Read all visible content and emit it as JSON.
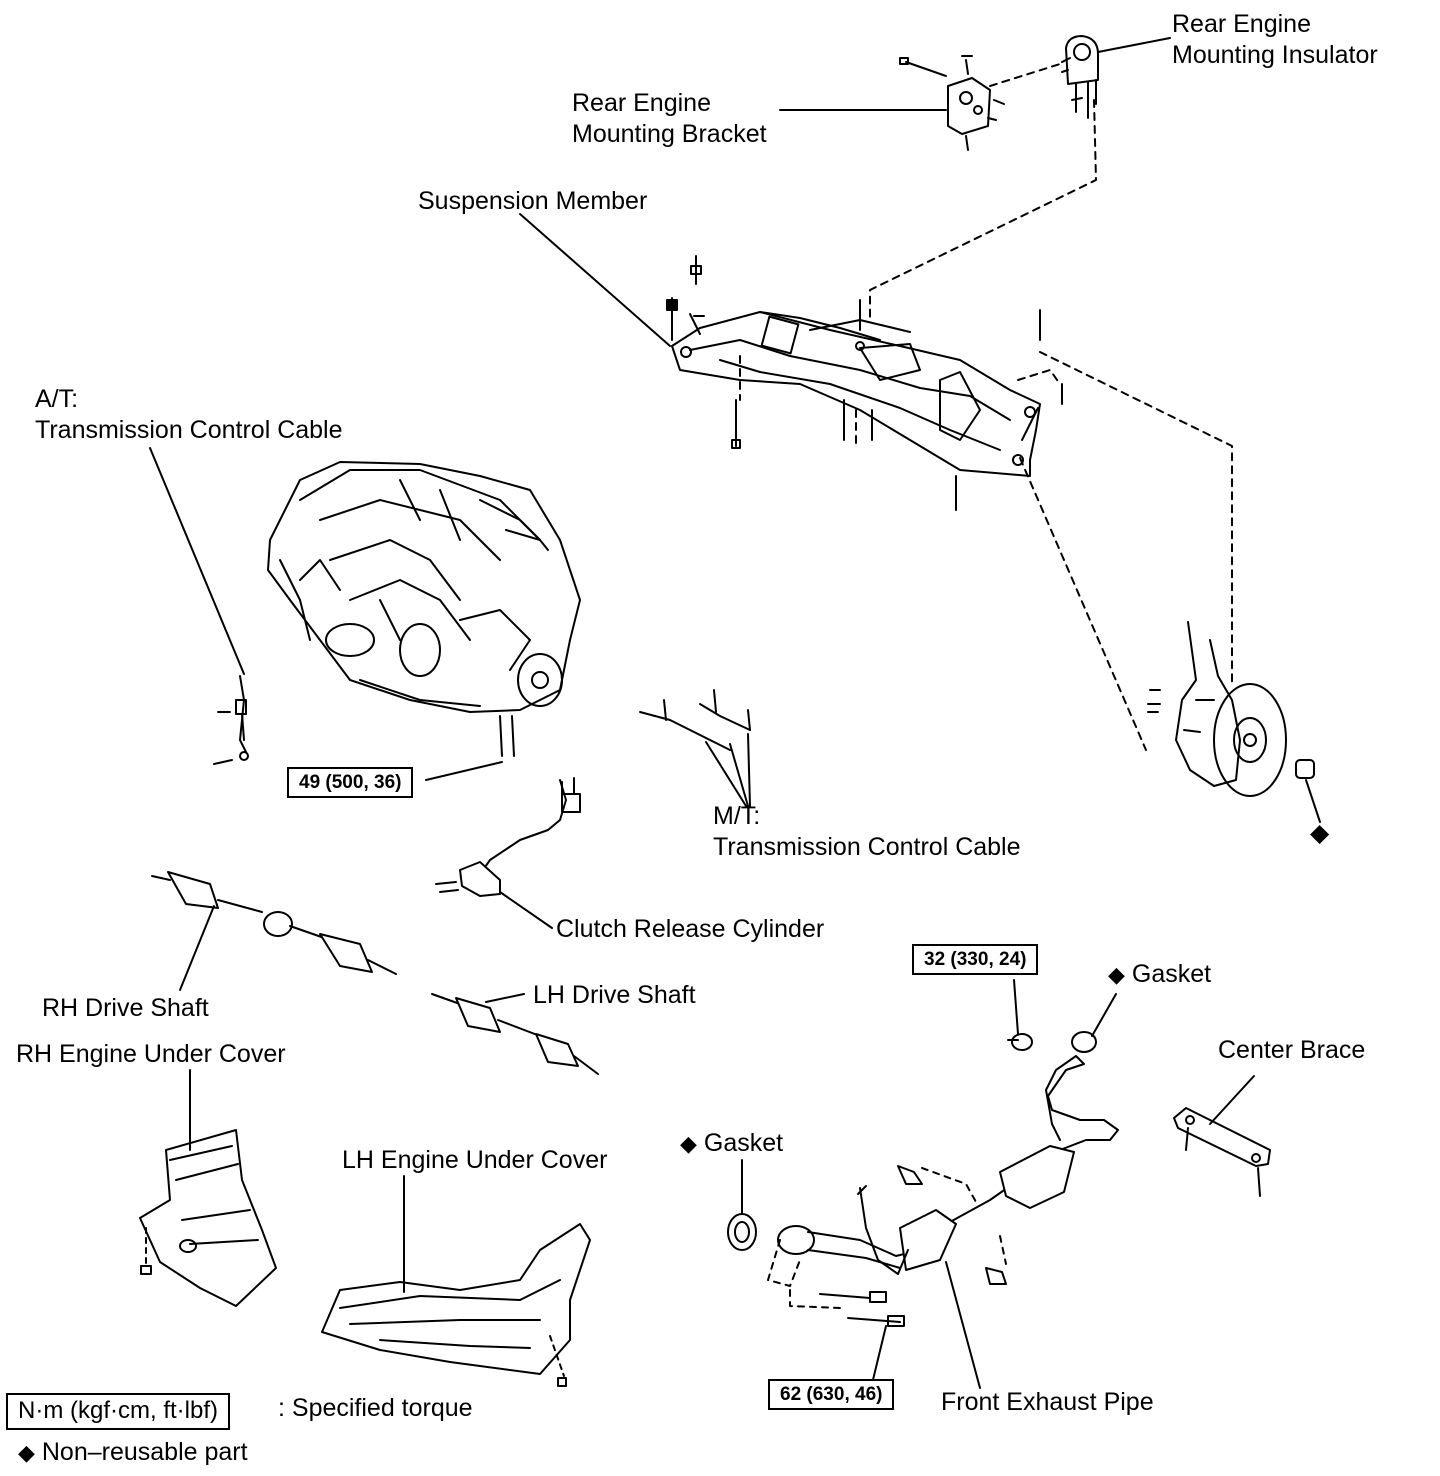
{
  "labels": {
    "rear_engine_mounting_insulator": [
      "Rear Engine",
      "Mounting Insulator"
    ],
    "rear_engine_mounting_bracket": [
      "Rear Engine",
      "Mounting Bracket"
    ],
    "suspension_member": "Suspension Member",
    "at_cable": [
      "A/T:",
      "Transmission Control Cable"
    ],
    "mt_cable": [
      "M/T:",
      "Transmission Control Cable"
    ],
    "clutch_release_cylinder": "Clutch Release Cylinder",
    "rh_drive_shaft": "RH Drive Shaft",
    "lh_drive_shaft": "LH Drive Shaft",
    "rh_engine_under_cover": "RH Engine Under Cover",
    "lh_engine_under_cover": "LH Engine Under Cover",
    "gasket_upper": "Gasket",
    "gasket_lower": "Gasket",
    "center_brace": "Center Brace",
    "front_exhaust_pipe": "Front Exhaust Pipe"
  },
  "torques": {
    "engine_mount": "49 (500, 36)",
    "exhaust_clamp": "32 (330, 24)",
    "exhaust_flange": "62 (630, 46)"
  },
  "legend": {
    "unit_box": "N·m (kgf·cm, ft·lbf)",
    "unit_desc": ": Specified torque",
    "non_reusable_symbol": "◆",
    "non_reusable_desc": "Non–reusable part"
  },
  "symbols": {
    "diamond": "◆"
  }
}
